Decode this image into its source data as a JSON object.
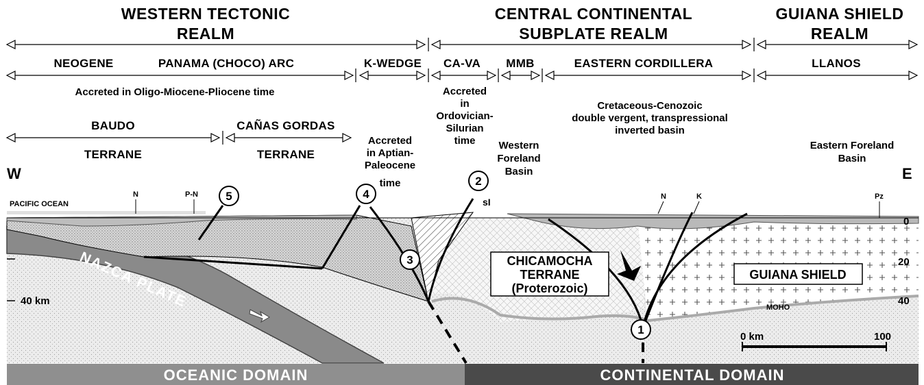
{
  "realms": {
    "western": [
      "WESTERN TECTONIC",
      "REALM"
    ],
    "central": [
      "CENTRAL CONTINENTAL",
      "SUBPLATE REALM"
    ],
    "guiana": [
      "GUIANA SHIELD",
      "REALM"
    ]
  },
  "units": {
    "neogene": "NEOGENE",
    "panama": "PANAMA (CHOCO) ARC",
    "kwedge": "K-WEDGE",
    "cava": "CA-VA",
    "mmb": "MMB",
    "eastern_cordillera": "EASTERN CORDILLERA",
    "llanos": "LLANOS"
  },
  "notes": {
    "accreted_oligo": "Accreted in Oligo-Miocene-Pliocene time",
    "accreted_ordovician": [
      "Accreted",
      "in",
      "Ordovician-",
      "Silurian",
      "time"
    ],
    "cretaceous_basin": [
      "Cretaceous-Cenozoic",
      "double vergent, transpressional",
      "inverted basin"
    ],
    "accreted_aptian": [
      "Accreted",
      "in Aptian-",
      "Paleocene",
      "time"
    ],
    "western_foreland": [
      "Western",
      "Foreland",
      "Basin"
    ],
    "eastern_foreland": [
      "Eastern Foreland",
      "Basin"
    ]
  },
  "terranes": {
    "baudo": [
      "BAUDO",
      "TERRANE"
    ],
    "canas_gordas": [
      "CAÑAS GORDAS",
      "TERRANE"
    ],
    "chicamocha": [
      "CHICAMOCHA",
      "TERRANE",
      "(Proterozoic)"
    ],
    "guiana_shield": "GUIANA SHIELD"
  },
  "labels": {
    "west": "W",
    "east": "E",
    "pacific_ocean": "PACIFIC OCEAN",
    "nazca_plate": "NAZCA  PLATE",
    "moho": "MOHO",
    "depth_40_km": "40 km",
    "depth_right": [
      "0",
      "20",
      "40"
    ],
    "map_markers": {
      "n_west": "N",
      "pn": "P-N",
      "si": "sI",
      "n_east": "N",
      "k": "K",
      "pz": "Pz"
    }
  },
  "fault_numbers": [
    "1",
    "2",
    "3",
    "4",
    "5"
  ],
  "scale_bar": {
    "start": "0 km",
    "end": "100"
  },
  "domains": {
    "oceanic": "OCEANIC DOMAIN",
    "continental": "CONTINENTAL DOMAIN"
  },
  "colors": {
    "oceanic_domain": "#8f8f8f",
    "continental_domain": "#4a4a4a",
    "nazca_plate": "#8a8a8a",
    "mantle": "#e8e8e8"
  }
}
